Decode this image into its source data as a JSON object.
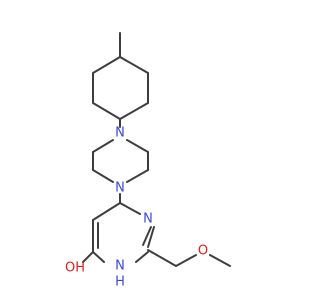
{
  "molecule": {
    "atoms": {
      "n_pip_top": {
        "label": "N",
        "color": "#3a48e0"
      },
      "n_pip_bottom": {
        "label": "N",
        "color": "#3a48e0"
      },
      "n_ring": {
        "label": "N",
        "color": "#3a48e0"
      },
      "nh": {
        "label": "N",
        "color": "#3a48e0"
      },
      "h": {
        "label": "H",
        "color": "#3a48e0"
      },
      "o_ether": {
        "label": "O",
        "color": "#e0201b"
      },
      "o_hydroxyl": {
        "label": "OH",
        "color": "#e0201b"
      }
    },
    "bond_color": "#3d3d3d"
  }
}
